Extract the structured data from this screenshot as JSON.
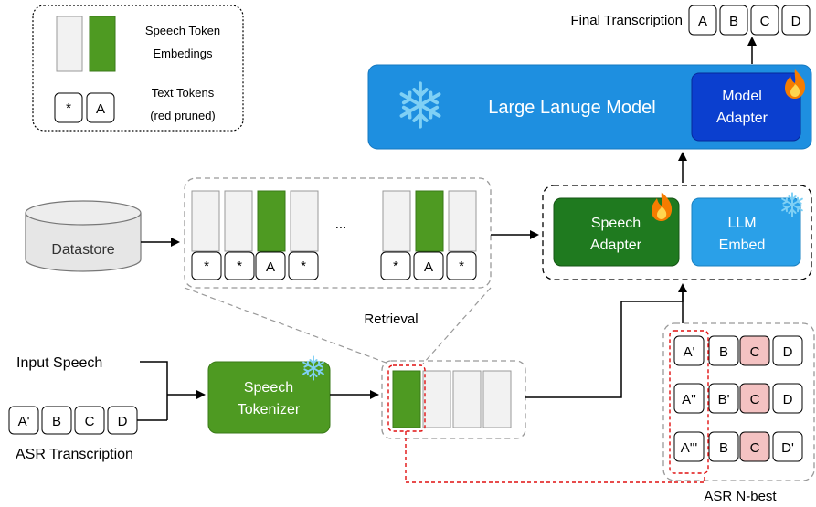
{
  "legend": {
    "speech_token_label_line1": "Speech Token",
    "speech_token_label_line2": "Embedings",
    "text_token_star": "*",
    "text_token_a": "A",
    "text_tokens_label_line1": "Text Tokens",
    "text_tokens_label_line2": "(red pruned)"
  },
  "final_transcription": {
    "label": "Final Transcription",
    "tokens": [
      "A",
      "B",
      "C",
      "D"
    ]
  },
  "llm": {
    "title": "Large Lanuge Model",
    "adapter_line1": "Model",
    "adapter_line2": "Adapter"
  },
  "datastore": {
    "label": "Datastore"
  },
  "retrieval": {
    "label": "Retrieval",
    "ellipsis": "...",
    "group1_tokens": [
      "*",
      "*",
      "A",
      "*"
    ],
    "group2_tokens": [
      "*",
      "A",
      "*"
    ]
  },
  "speech_adapter": {
    "line1": "Speech",
    "line2": "Adapter"
  },
  "llm_embed": {
    "line1": "LLM",
    "line2": "Embed"
  },
  "input_speech": {
    "label": "Input Speech"
  },
  "speech_tokenizer": {
    "line1": "Speech",
    "line2": "Tokenizer"
  },
  "asr_transcription": {
    "label": "ASR Transcription",
    "tokens": [
      "A'",
      "B",
      "C",
      "D"
    ]
  },
  "nbest": {
    "label": "ASR N-best",
    "rows": [
      [
        "A'",
        "B",
        "C",
        "D"
      ],
      [
        "A''",
        "B'",
        "C",
        "D"
      ],
      [
        "A'''",
        "B",
        "C",
        "D'"
      ]
    ]
  },
  "colors": {
    "green": "#4e9a22",
    "dark_green": "#1f7a1f",
    "llm_blue": "#1e8fe0",
    "adapter_blue": "#0b3fcf",
    "embed_blue": "#2aa0e8",
    "pruned_red": "#f4c2c2",
    "gray_token": "#f2f2f2"
  }
}
